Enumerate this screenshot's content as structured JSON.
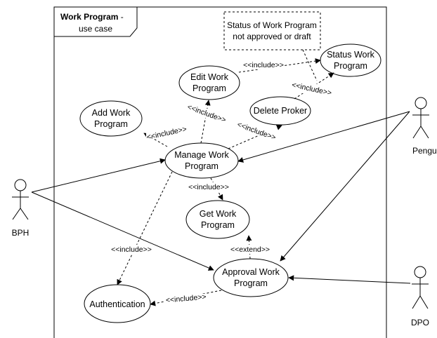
{
  "diagram": {
    "frame": {
      "title_bold": "Work Program",
      "title_rest": " -",
      "subtitle": "use case"
    },
    "note": {
      "lines": [
        "Status of Work Program",
        "not approved or draft"
      ]
    },
    "actors": {
      "bph": "BPH",
      "pengurus": "Pengurus",
      "dpo": "DPO"
    },
    "use_cases": {
      "add_work_program": [
        "Add Work",
        "Program"
      ],
      "edit_work_program": [
        "Edit Work",
        "Program"
      ],
      "status_work_program": [
        "Status Work",
        "Program"
      ],
      "delete_proker": [
        "Delete Proker"
      ],
      "manage_work_program": [
        "Manage Work",
        "Program"
      ],
      "get_work_program": [
        "Get Work",
        "Program"
      ],
      "approval_work_program": [
        "Approval Work",
        "Program"
      ],
      "authentication": [
        "Authentication"
      ]
    },
    "relations": {
      "include_label": "<<include>>",
      "extend_label": "<<extend>>"
    }
  }
}
